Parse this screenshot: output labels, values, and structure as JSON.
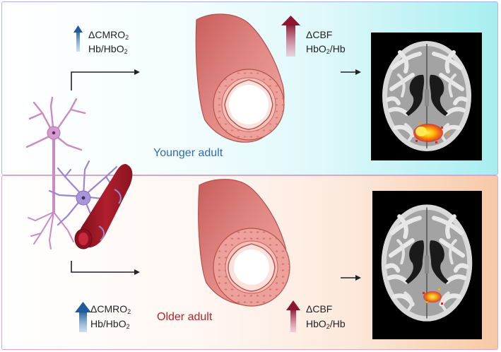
{
  "groups": {
    "younger": "Younger adult",
    "older": "Older adult"
  },
  "labels": {
    "delta": "Δ",
    "cmro": "CMRO",
    "cbf": "CBF",
    "hb": "Hb",
    "hbo": "HbO",
    "sub2": "2",
    "slash": "/"
  },
  "colors": {
    "younger_text": "#2d6bb3",
    "older_text": "#b5242c",
    "up_arrow_blue": "#1f5a9a",
    "up_arrow_red": "#8e1430",
    "top_panel_border": "#a9b8ec",
    "bottom_panel_border": "#e3a4c8",
    "vessel": "#e07f7b",
    "neuron": "#c98bc4",
    "astrocyte": "#9b86cf"
  },
  "icons": [
    "up-arrow-icon",
    "flow-arrow-icon",
    "neuron-icon",
    "astrocyte-icon",
    "blood-vessel-icon",
    "brain-mri-icon",
    "activation-map-icon"
  ]
}
